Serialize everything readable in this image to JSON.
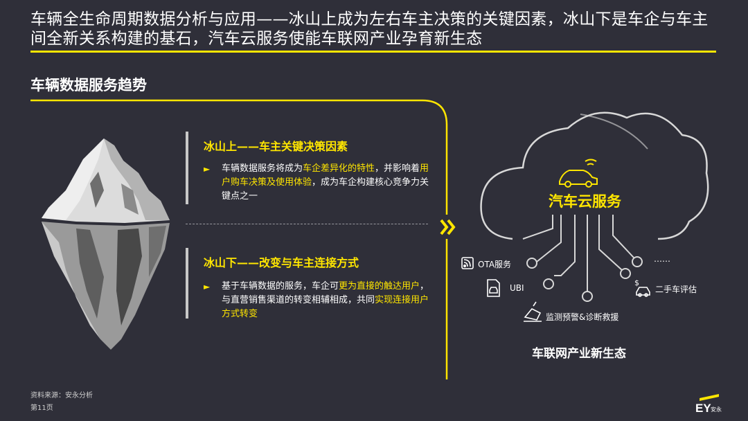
{
  "header": {
    "title": "车辆全生命周期数据分析与应用——冰山上成为左右车主决策的关键因素，冰山下是车企与车主间全新关系构建的基石，汽车云服务使能车联网产业孕育新生态"
  },
  "section": {
    "title": "车辆数据服务趋势"
  },
  "above": {
    "heading": "冰山上——车主关键决策因素",
    "bullet": "►",
    "t1": "车辆数据服务将成为",
    "h1": "车企差异化的特性",
    "t2": "，并影响着",
    "h2": "用户购车决策及使用体验",
    "t3": "，成为车企构建核心竞争力关键点之一"
  },
  "below": {
    "heading": "冰山下——改变与车主连接方式",
    "bullet": "►",
    "t1": "基于车辆数据的服务，车企可",
    "h1": "更为直接的触达用户",
    "t2": "，与直营销售渠道的转变相辅相成，共同",
    "h2": "实现连接用户方式转变"
  },
  "cloud": {
    "title": "汽车云服务",
    "services": [
      "OTA服务",
      "UBI",
      "监测预警&诊断救援",
      "二手车评估",
      "……"
    ],
    "ecosystem": "车联网产业新生态"
  },
  "footer": {
    "source": "资料来源：安永分析",
    "page": "第11页"
  },
  "logo": {
    "mark": "EY",
    "cn": "安永"
  },
  "colors": {
    "background": "#2f2f39",
    "accent": "#ffe600",
    "text": "#ffffff"
  }
}
